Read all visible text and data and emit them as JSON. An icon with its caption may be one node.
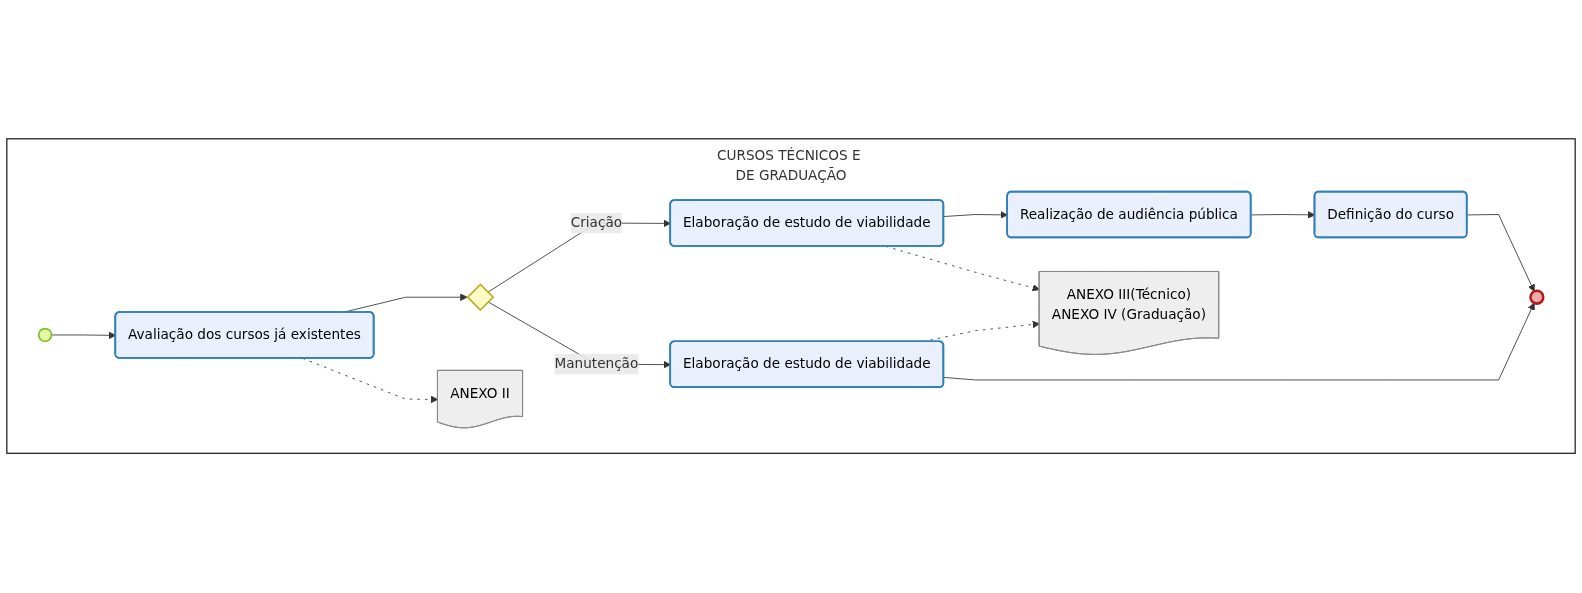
{
  "diagram": {
    "nodes": [
      {
        "text": [
          "CURSOS TÉCNICOS E DE GRADUAÇÃO"
        ]
      },
      {
        "text": [],
        "shape": "circle",
        "in": 0
      },
      {
        "text": [
          "Avaliação dos cursos já existentes"
        ],
        "in": 0
      },
      {
        "text": [],
        "shape": "diamond",
        "in": 0
      },
      {
        "text": [
          "Elaboração de estudo de viabilidade"
        ],
        "in": 0
      },
      {
        "text": [
          "Realização de audiência pública"
        ],
        "in": 0
      },
      {
        "text": [
          "Definição do curso"
        ],
        "in": 0
      },
      {
        "text": [
          "Elaboração de estudo de viabilidade"
        ],
        "in": 0
      },
      {
        "text": [],
        "shape": "circle",
        "in": 0
      },
      {
        "text": [
          "ANEXO II"
        ],
        "in": 0
      },
      {
        "text": [
          "ANEXO III(Técnico)",
          "ANEXO IV (Graduação)"
        ],
        "in": 0
      }
    ],
    "edges": [
      {
        "from": 1,
        "to": 2,
        "arrow": "to"
      },
      {
        "from": 2,
        "to": 3,
        "arrow": "to"
      },
      {
        "from": 3,
        "to": 4,
        "arrow": "to",
        "label": "Criação"
      },
      {
        "from": 4,
        "to": 5,
        "arrow": "to"
      },
      {
        "from": 5,
        "to": 6,
        "arrow": "to"
      },
      {
        "from": 6,
        "to": 8,
        "arrow": "to"
      },
      {
        "from": 3,
        "to": 7,
        "arrow": "to",
        "label": "Manutenção"
      },
      {
        "from": 7,
        "to": 8,
        "arrow": "to"
      },
      {
        "from": 2,
        "to": 9,
        "arrow": "to",
        "style": "dashed"
      },
      {
        "from": 4,
        "to": 10,
        "arrow": "to",
        "style": "dashed"
      },
      {
        "from": 7,
        "to": 10,
        "arrow": "to",
        "style": "dashed"
      }
    ]
  }
}
